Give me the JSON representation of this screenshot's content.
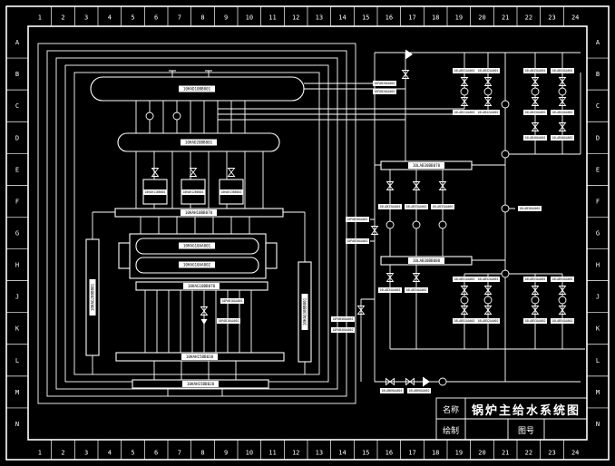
{
  "border": {
    "cols": [
      "1",
      "2",
      "3",
      "4",
      "5",
      "6",
      "7",
      "8",
      "9",
      "10",
      "11",
      "12",
      "13",
      "14",
      "15",
      "16",
      "17",
      "18",
      "19",
      "20",
      "21",
      "22",
      "23",
      "24"
    ],
    "rows": [
      "A",
      "B",
      "C",
      "D",
      "E",
      "F",
      "G",
      "H",
      "J",
      "K",
      "L",
      "M",
      "N"
    ]
  },
  "title_block": {
    "name_label": "名称",
    "title": "锅炉主给水系统图",
    "drawn_label": "绘制",
    "number_label": "图号"
  },
  "tags": {
    "drum": "10HAD10BB001",
    "vessel2": "10HAD20BB001",
    "tank1": "10HAH11BB001",
    "tank2": "10HAH12BB001",
    "tank3": "10HAH13BB001",
    "header1": "10HAH10BB070",
    "deaer_top": "10HAG10AA001",
    "deaer_bot": "10HAG10AA002",
    "header2": "10HAG10BB070",
    "left_col": "10HAG20BB001",
    "right_col": "10HAG30BB001",
    "bar3": "10HAH15BB030",
    "bar4": "10HAH15BB020",
    "pab10_1": "10PAB10AA001",
    "pab10_2": "10PAB10AA002",
    "pab20_1": "10PAB20AA001",
    "pab20_2": "10PAB20AA002",
    "pab30_1": "10PAB30AA001",
    "pab30_2": "10PAB30AA002",
    "pab40_1": "10PAB40AA001",
    "pab40_2": "10PAB40AA002",
    "hdrA": "10LAB30BB070",
    "hdrB": "10LAB30BB080",
    "mid1": "10LAB33AA001",
    "mid2": "10LAB33AA002",
    "mid3": "10LAB33AA003",
    "sub1": "10LAB34AA001",
    "sub2": "10LAB34AA002",
    "v3tag": "10LAB30AA001",
    "tr1t": "10LAB41AA001",
    "tr1b": "10LAB41AA002",
    "tr2t": "10LAB42AA001",
    "tr2b": "10LAB42AA002",
    "tr3t": "10LAB43AA001",
    "tr3b": "10LAB43AA002",
    "tr4t": "10LAB44AA001",
    "tr4b": "10LAB44AA002",
    "tr34m1": "10LAB40AA001",
    "tr34m2": "10LAB40AA002",
    "br1t": "10LAB51AA001",
    "br1b": "10LAB51AA002",
    "br2t": "10LAB52AA001",
    "br2b": "10LAB52AA002",
    "br3t": "10LAB53AA001",
    "br3b": "10LAB53AA002",
    "br4t": "10LAB54AA001",
    "br4b": "10LAB54AA002",
    "bot1": "10LAB60AA001",
    "bot2": "10LAB60AA002"
  }
}
